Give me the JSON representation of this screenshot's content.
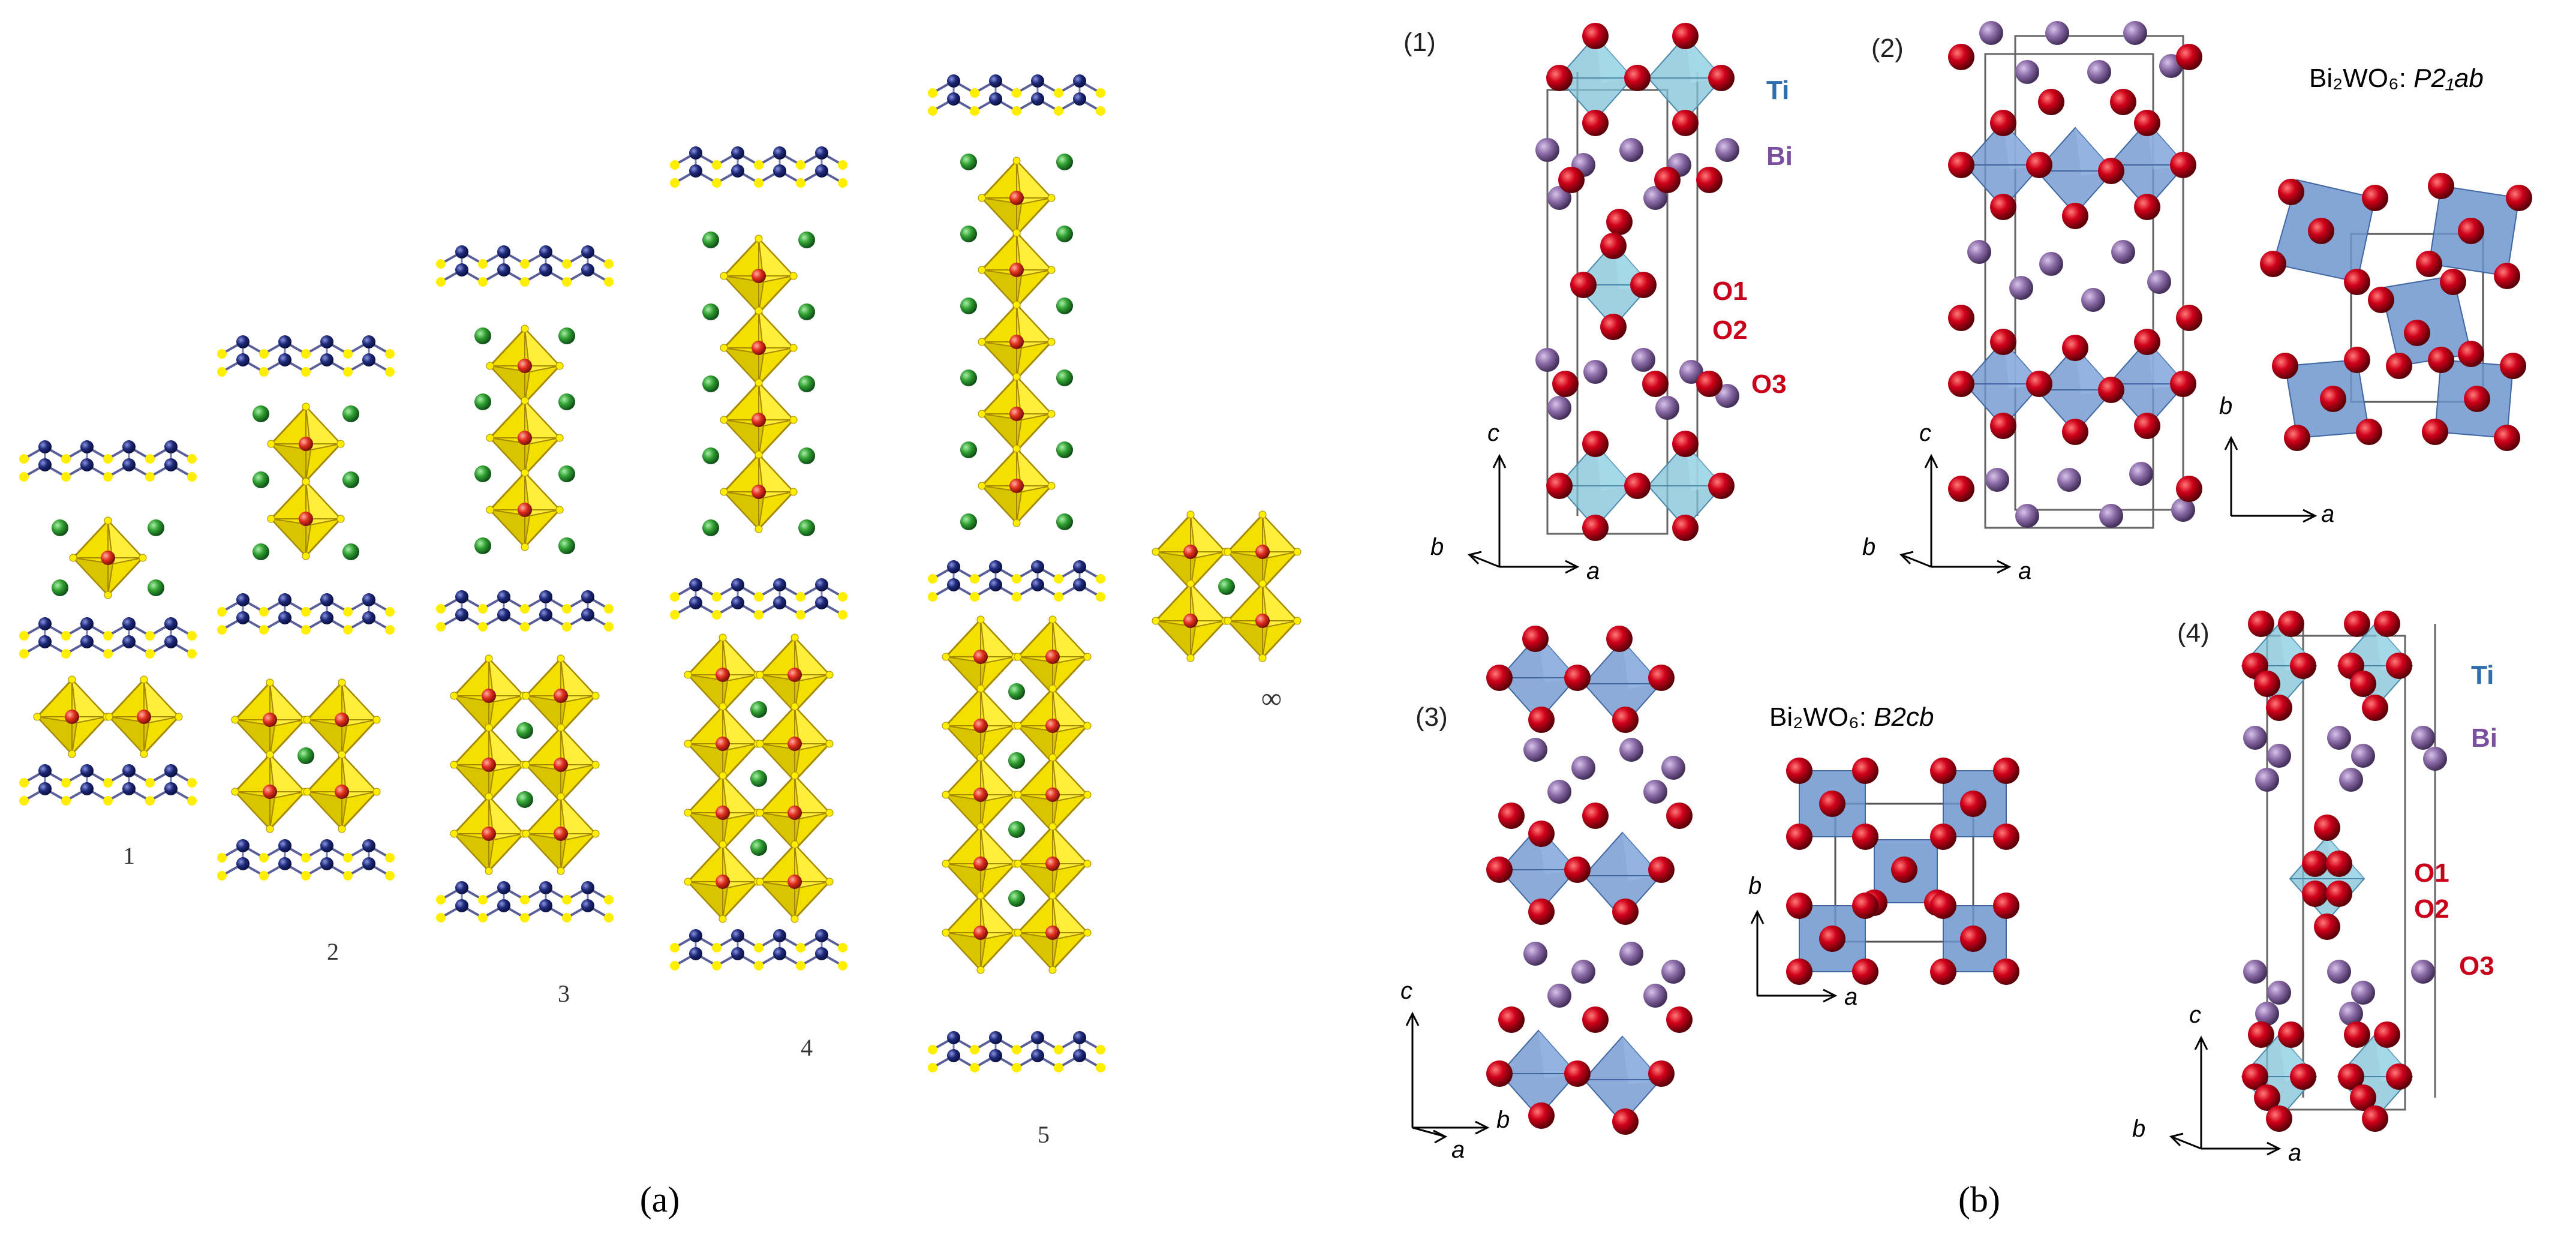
{
  "panel_a": {
    "caption": "(a)",
    "structure_labels": [
      "1",
      "2",
      "3",
      "4",
      "5",
      "∞"
    ]
  },
  "panel_b": {
    "caption": "(b)",
    "subpanel_labels": [
      "(1)",
      "(2)",
      "(3)",
      "(4)"
    ],
    "element_labels": {
      "ti": "Ti",
      "bi": "Bi",
      "o1": "O1",
      "o2": "O2",
      "o3": "O3"
    },
    "bi2wo6_p21ab": {
      "formula": "Bi₂WO₆: ",
      "space_group": "P2₁ab"
    },
    "bi2wo6_b2cb": {
      "formula": "Bi₂WO₆: ",
      "space_group": "B2cb"
    },
    "axes": {
      "a": "a",
      "b": "b",
      "c": "c"
    }
  },
  "colors": {
    "octahedron": "#f3e000",
    "octahedron_edge": "#b59a00",
    "a_site": "#2f9e2f",
    "b_site": "#e0301e",
    "bi_layer_node": "#1f2a7a",
    "oxygen": "#c8001a",
    "bismuth": "#8a6aa6",
    "ti_poly": "#7fc2d8",
    "w_poly": "#6f96cf",
    "label_ti": "#2f6fb0",
    "label_bi": "#7b4fa0",
    "label_o": "#c8001a"
  }
}
